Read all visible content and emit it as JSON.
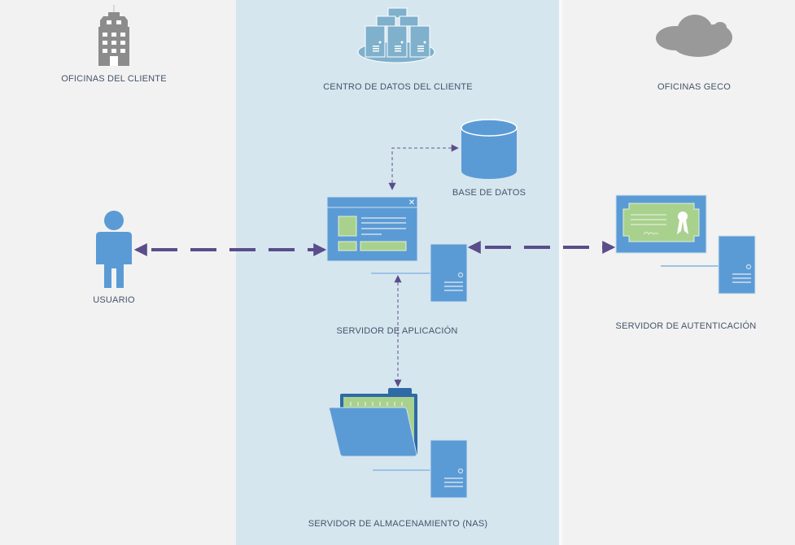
{
  "zones": [
    {
      "id": "client-offices",
      "title": "OFICINAS DEL CLIENTE",
      "icon": "building-icon"
    },
    {
      "id": "client-datacenter",
      "title": "CENTRO DE DATOS DEL CLIENTE",
      "icon": "server-cluster-icon"
    },
    {
      "id": "geco-offices",
      "title": "OFICINAS GECO",
      "icon": "cloud-icon"
    }
  ],
  "nodes": {
    "user": {
      "label": "USUARIO",
      "icon": "person-icon"
    },
    "database": {
      "label": "BASE DE DATOS",
      "icon": "database-icon"
    },
    "app_server": {
      "label": "SERVIDOR DE APLICACIÓN",
      "icon": "application-window-icon"
    },
    "auth_server": {
      "label": "SERVIDOR DE AUTENTICACIÓN",
      "icon": "certificate-icon"
    },
    "storage_server": {
      "label": "SERVIDOR DE ALMACENAMIENTO (NAS)",
      "icon": "folder-icon"
    }
  },
  "connections": [
    {
      "from": "USUARIO",
      "to": "SERVIDOR DE APLICACIÓN",
      "style": "dashed-thick",
      "direction": "bidirectional"
    },
    {
      "from": "SERVIDOR DE APLICACIÓN",
      "to": "SERVIDOR DE AUTENTICACIÓN",
      "style": "dashed-thick",
      "direction": "bidirectional"
    },
    {
      "from": "SERVIDOR DE APLICACIÓN",
      "to": "BASE DE DATOS",
      "style": "dashed-thin",
      "direction": "bidirectional"
    },
    {
      "from": "SERVIDOR DE APLICACIÓN",
      "to": "SERVIDOR DE ALMACENAMIENTO (NAS)",
      "style": "dashed-thin",
      "direction": "bidirectional"
    }
  ],
  "colors": {
    "zone_side_bg": "#f2f2f2",
    "zone_center_bg": "#d6e6ef",
    "icon_blue": "#5b9bd5",
    "icon_green": "#a9d18e",
    "icon_gray": "#8c8c8c",
    "arrow_purple": "#5a4d8a",
    "label_text": "#44546a"
  }
}
